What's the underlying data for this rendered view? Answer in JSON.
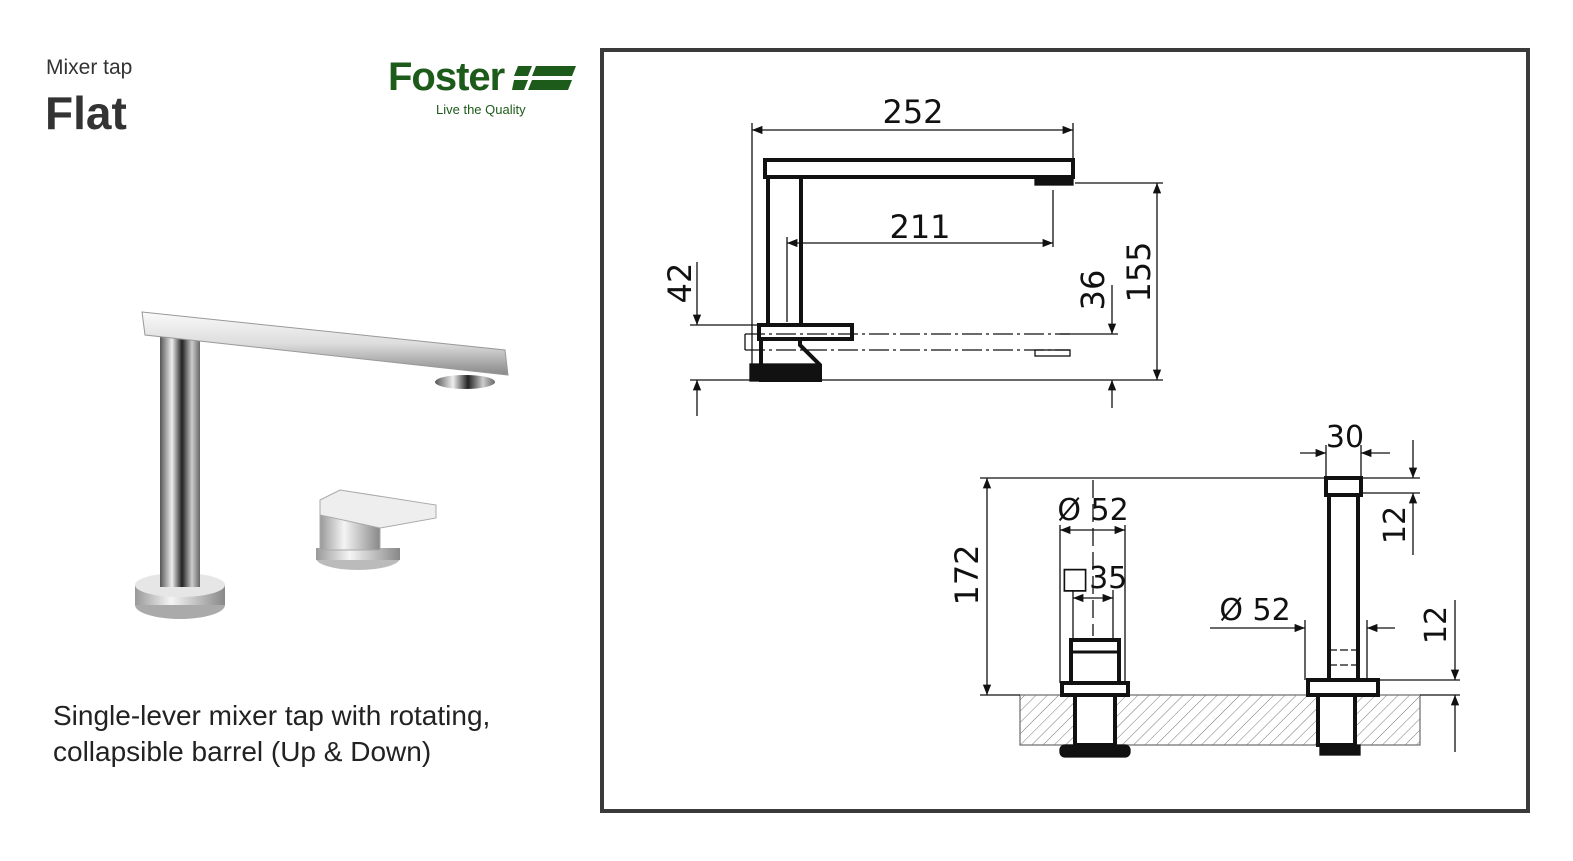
{
  "header": {
    "category": "Mixer tap",
    "model": "Flat"
  },
  "brand": {
    "name": "Foster",
    "tagline": "Live the Quality",
    "color": "#1d5b1a"
  },
  "description": {
    "line1": "Single-lever mixer tap with rotating,",
    "line2": "collapsible barrel (Up & Down)"
  },
  "side_view": {
    "total_reach": "252",
    "spout_reach": "211",
    "base_height": "42",
    "lowered_height": "36",
    "total_height": "155"
  },
  "front_view": {
    "height": "172",
    "handle_base_diameter": "Ø 52",
    "handle_square": "□35",
    "column_width": "30",
    "column_cap": "12",
    "column_base_diameter": "Ø 52",
    "column_base_height": "12"
  }
}
